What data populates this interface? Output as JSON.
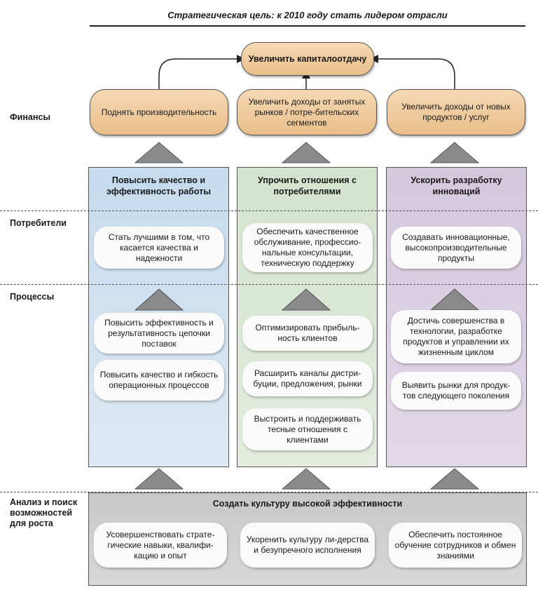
{
  "strategic_goal": "Стратегическая цель: к 2010 году стать лидером отрасли",
  "perspectives": {
    "finance": "Финансы",
    "customers": "Потребители",
    "processes": "Процессы",
    "learning": "Анализ и поиск возможностей для роста"
  },
  "finance": {
    "top_goal": "Увеличить капиталоотдачу",
    "goals": [
      "Поднять производительность",
      "Увеличить доходы от занятых рынков / потре-бительских сегментов",
      "Увеличить доходы от новых продуктов / услуг"
    ]
  },
  "columns": [
    {
      "title": "Повысить качество и эффективность работы",
      "customer": "Стать лучшими в том, что касается качества и надежности",
      "processes": [
        "Повысить эффективность и результативность цепочки поставок",
        "Повысить качество и гибкость операционных процессов"
      ]
    },
    {
      "title": "Упрочить отношения с потребителями",
      "customer": "Обеспечить качественное обслуживание, профессио-нальные консультации, техническую поддержку",
      "processes": [
        "Оптимизировать прибыль-ность клиентов",
        "Расширить каналы дистри-буции, предложения, рынки",
        "Выстроить и поддерживать тесные отношения с клиентами"
      ]
    },
    {
      "title": "Ускорить разработку инноваций",
      "customer": "Создавать инновационные, высокопроизводительные продукты",
      "processes": [
        "Достичь совершенства в технологии, разработке продуктов и управлении их жизненным циклом",
        "Выявить рынки для продук-тов следующего поколения"
      ]
    }
  ],
  "learning": {
    "title": "Создать культуру высокой эффективности",
    "items": [
      "Усовершенствовать страте-гические навыки, квалифи-кацию и опыт",
      "Укоренить культуру ли-дерства и безупречного исполнения",
      "Обеспечить постоянное обучение сотрудников и обмен знаниями"
    ]
  }
}
